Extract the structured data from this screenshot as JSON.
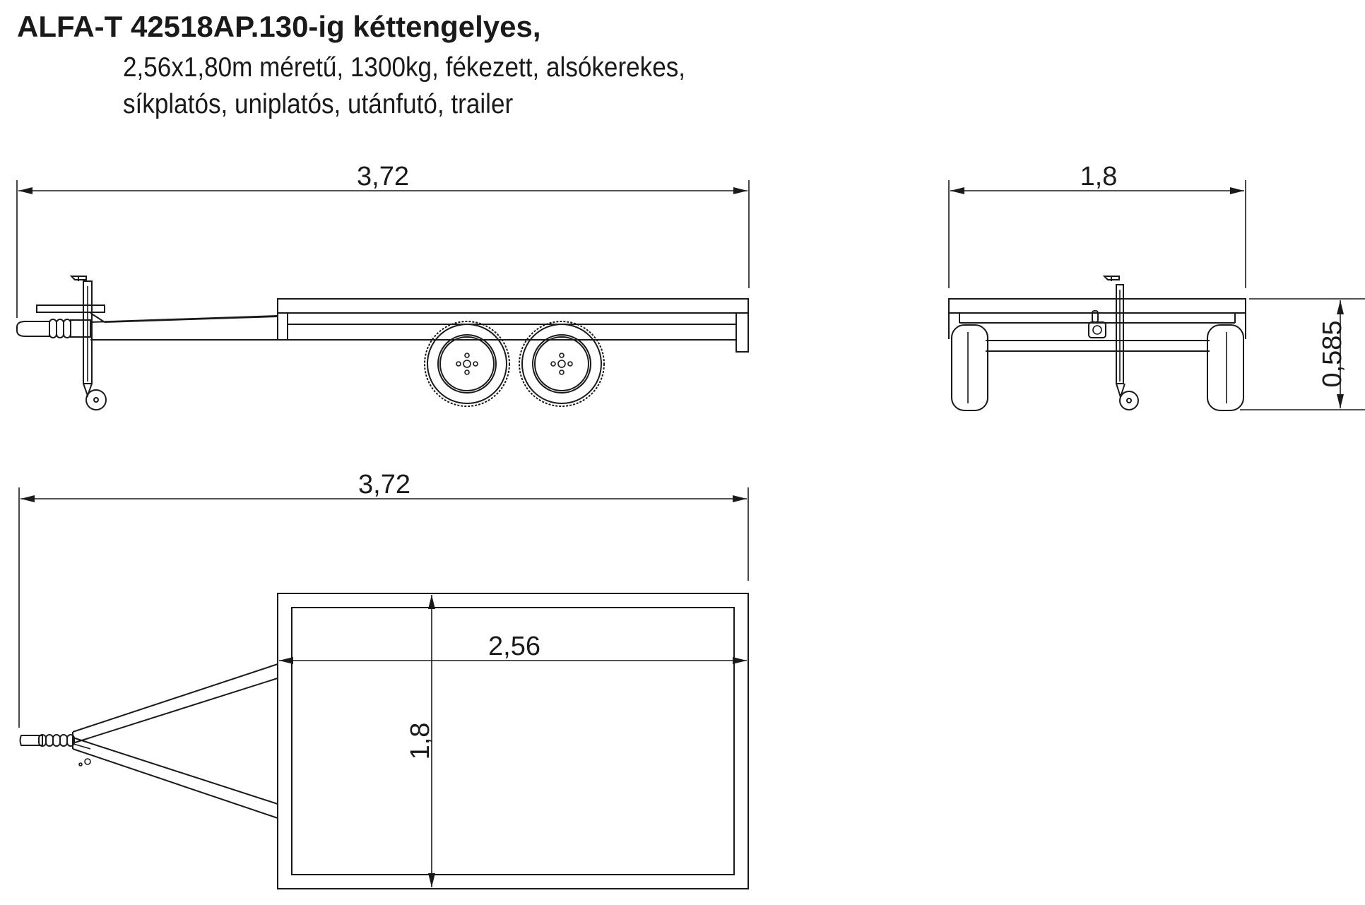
{
  "title": "ALFA-T 42518AP.130-ig kéttengelyes,",
  "subtitle_line1": "2,56x1,80m méretű, 1300kg, fékezett, alsókerekes,",
  "subtitle_line2": "síkplatós, uniplatós, utánfutó, trailer",
  "dimensions": {
    "side_length": "3,72",
    "rear_width": "1,8",
    "rear_height": "0,585",
    "top_length": "3,72",
    "top_bed_length": "2,56",
    "top_bed_width": "1,8"
  }
}
